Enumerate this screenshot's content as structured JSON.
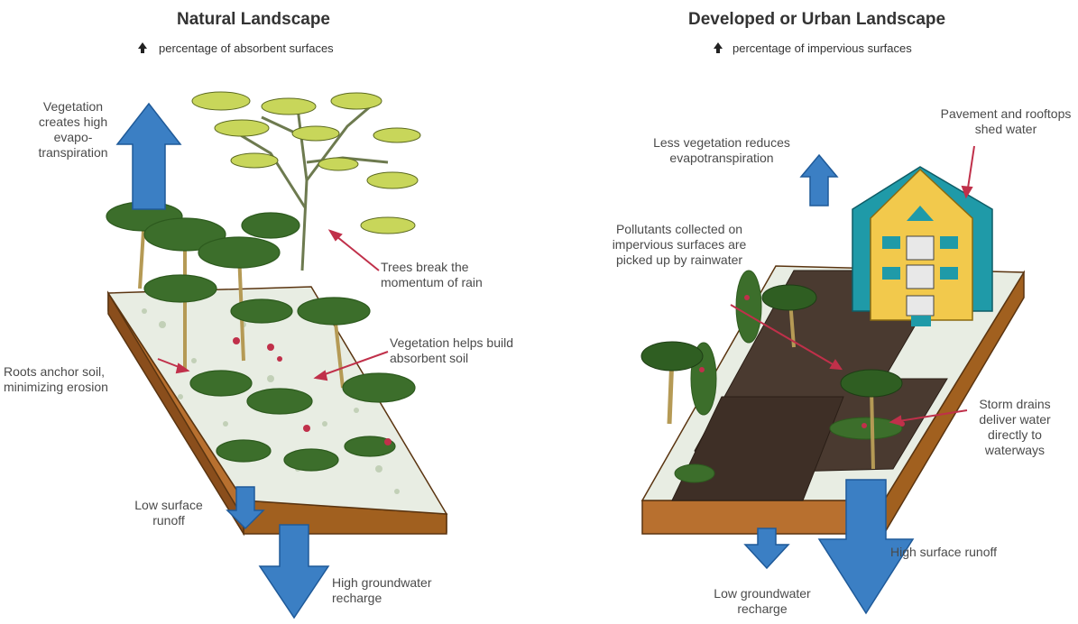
{
  "natural": {
    "title": "Natural Landscape",
    "subtitle": "percentage of absorbent surfaces",
    "labels": {
      "evapo": "Vegetation creates high evapo-transpiration",
      "trees": "Trees break the momentum of rain",
      "soil": "Vegetation helps build absorbent soil",
      "roots": "Roots anchor soil, minimizing erosion",
      "runoff": "Low surface runoff",
      "recharge": "High groundwater recharge"
    }
  },
  "urban": {
    "title": "Developed or Urban Landscape",
    "subtitle": "percentage of impervious surfaces",
    "labels": {
      "evapo": "Less vegetation reduces evapotranspiration",
      "pavement": "Pavement and rooftops shed water",
      "pollutants": "Pollutants collected on impervious surfaces are picked up by rainwater",
      "drains": "Storm drains deliver water directly to waterways",
      "runoff": "High surface runoff",
      "recharge": "Low groundwater recharge"
    }
  },
  "colors": {
    "arrow": "#3b7fc4",
    "arrow_dark": "#1f5a99",
    "pointer": "#c0304a",
    "soil": "#b8702f",
    "soil_dark": "#8a4e1c",
    "ground": "#e8ede3",
    "foliage": "#3c6e2b",
    "leaf_light": "#c8d65a",
    "pavement": "#4a3a30",
    "building": "#f2c94c",
    "roof": "#1f9aa8"
  }
}
